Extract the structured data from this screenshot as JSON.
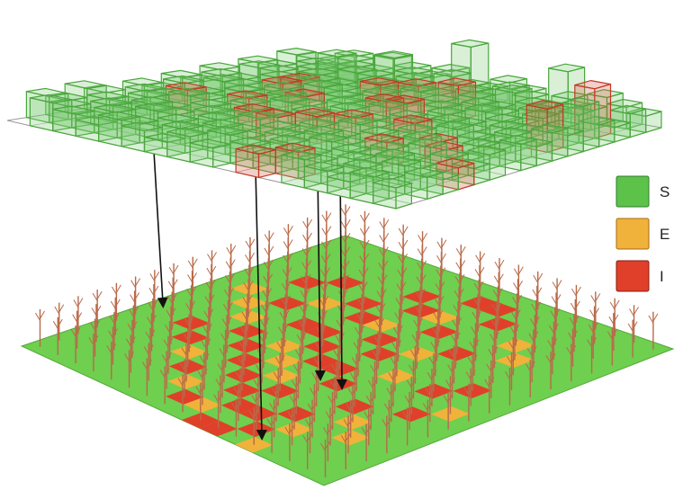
{
  "legend": [
    {
      "key": "S",
      "label": "S",
      "color": "#5cc24a",
      "dark": "#2f7d2a"
    },
    {
      "key": "E",
      "label": "E",
      "color": "#f0b23a",
      "dark": "#a86a12"
    },
    {
      "key": "I",
      "label": "I",
      "color": "#e0402a",
      "dark": "#8a1a10"
    }
  ],
  "grid": {
    "rows": 17,
    "cols": 17
  },
  "colors": {
    "ground": "#6fcf4f",
    "tree": "#b86a4a",
    "arrow": "#111111",
    "bar_fill_S": "rgba(120,200,110,0.28)",
    "bar_stroke_S": "#4aa63c",
    "bar_fill_I": "rgba(220,80,60,0.28)",
    "bar_stroke_I": "#c23a26",
    "top_grid": "#9a9a9a"
  },
  "cells": [
    {
      "r": 1,
      "c": 8,
      "s": "I"
    },
    {
      "r": 1,
      "c": 9,
      "s": "I"
    },
    {
      "r": 2,
      "c": 6,
      "s": "I"
    },
    {
      "r": 2,
      "c": 10,
      "s": "I"
    },
    {
      "r": 3,
      "c": 3,
      "s": "I"
    },
    {
      "r": 3,
      "c": 7,
      "s": "I"
    },
    {
      "r": 3,
      "c": 8,
      "s": "E"
    },
    {
      "r": 3,
      "c": 12,
      "s": "E"
    },
    {
      "r": 4,
      "c": 2,
      "s": "I"
    },
    {
      "r": 4,
      "c": 5,
      "s": "I"
    },
    {
      "r": 4,
      "c": 9,
      "s": "I"
    },
    {
      "r": 4,
      "c": 13,
      "s": "E"
    },
    {
      "r": 5,
      "c": 4,
      "s": "E"
    },
    {
      "r": 5,
      "c": 6,
      "s": "I"
    },
    {
      "r": 5,
      "c": 7,
      "s": "E"
    },
    {
      "r": 5,
      "c": 11,
      "s": "I"
    },
    {
      "r": 6,
      "c": 1,
      "s": "E"
    },
    {
      "r": 6,
      "c": 3,
      "s": "I"
    },
    {
      "r": 6,
      "c": 8,
      "s": "I"
    },
    {
      "r": 6,
      "c": 10,
      "s": "E"
    },
    {
      "r": 7,
      "c": 2,
      "s": "E"
    },
    {
      "r": 7,
      "c": 5,
      "s": "I"
    },
    {
      "r": 7,
      "c": 6,
      "s": "I"
    },
    {
      "r": 7,
      "c": 9,
      "s": "I"
    },
    {
      "r": 7,
      "c": 14,
      "s": "I"
    },
    {
      "r": 8,
      "c": 3,
      "s": "E"
    },
    {
      "r": 8,
      "c": 7,
      "s": "I"
    },
    {
      "r": 8,
      "c": 11,
      "s": "E"
    },
    {
      "r": 8,
      "c": 13,
      "s": "I"
    },
    {
      "r": 9,
      "c": 4,
      "s": "I"
    },
    {
      "r": 9,
      "c": 6,
      "s": "E"
    },
    {
      "r": 9,
      "c": 8,
      "s": "I"
    },
    {
      "r": 9,
      "c": 9,
      "s": "I"
    },
    {
      "r": 9,
      "c": 15,
      "s": "E"
    },
    {
      "r": 10,
      "c": 2,
      "s": "I"
    },
    {
      "r": 10,
      "c": 5,
      "s": "I"
    },
    {
      "r": 10,
      "c": 7,
      "s": "E"
    },
    {
      "r": 10,
      "c": 10,
      "s": "I"
    },
    {
      "r": 10,
      "c": 14,
      "s": "I"
    },
    {
      "r": 11,
      "c": 3,
      "s": "I"
    },
    {
      "r": 11,
      "c": 6,
      "s": "I"
    },
    {
      "r": 11,
      "c": 8,
      "s": "E"
    },
    {
      "r": 11,
      "c": 12,
      "s": "I"
    },
    {
      "r": 12,
      "c": 4,
      "s": "E"
    },
    {
      "r": 12,
      "c": 7,
      "s": "I"
    },
    {
      "r": 12,
      "c": 9,
      "s": "I"
    },
    {
      "r": 12,
      "c": 13,
      "s": "E"
    },
    {
      "r": 13,
      "c": 5,
      "s": "I"
    },
    {
      "r": 13,
      "c": 8,
      "s": "I"
    },
    {
      "r": 13,
      "c": 11,
      "s": "I"
    },
    {
      "r": 13,
      "c": 14,
      "s": "E"
    },
    {
      "r": 14,
      "c": 6,
      "s": "E"
    },
    {
      "r": 14,
      "c": 9,
      "s": "I"
    },
    {
      "r": 14,
      "c": 10,
      "s": "I"
    },
    {
      "r": 14,
      "c": 12,
      "s": "E"
    },
    {
      "r": 15,
      "c": 7,
      "s": "I"
    },
    {
      "r": 15,
      "c": 8,
      "s": "E"
    },
    {
      "r": 15,
      "c": 11,
      "s": "I"
    },
    {
      "r": 16,
      "c": 9,
      "s": "I"
    },
    {
      "r": 16,
      "c": 10,
      "s": "I"
    },
    {
      "r": 16,
      "c": 12,
      "s": "E"
    }
  ],
  "towers": [
    {
      "r": 0,
      "c": 7,
      "h": 60,
      "s": "S"
    },
    {
      "r": 0,
      "c": 12,
      "h": 52,
      "s": "S"
    },
    {
      "r": 1,
      "c": 13,
      "h": 30,
      "s": "S"
    },
    {
      "r": 2,
      "c": 15,
      "h": 55,
      "s": "I"
    },
    {
      "r": 3,
      "c": 3,
      "h": 45,
      "s": "S"
    },
    {
      "r": 4,
      "c": 16,
      "h": 50,
      "s": "S"
    },
    {
      "r": 5,
      "c": 15,
      "h": 48,
      "s": "I"
    },
    {
      "r": 1,
      "c": 4,
      "h": 40,
      "s": "S"
    },
    {
      "r": 3,
      "c": 9,
      "h": 38,
      "s": "I"
    },
    {
      "r": 6,
      "c": 9,
      "h": 32,
      "s": "I"
    },
    {
      "r": 8,
      "c": 11,
      "h": 28,
      "s": "I"
    },
    {
      "r": 4,
      "c": 6,
      "h": 30,
      "s": "I"
    },
    {
      "r": 2,
      "c": 11,
      "h": 34,
      "s": "S"
    },
    {
      "r": 5,
      "c": 3,
      "h": 26,
      "s": "I"
    },
    {
      "r": 10,
      "c": 8,
      "h": 30,
      "s": "I"
    },
    {
      "r": 9,
      "c": 13,
      "h": 22,
      "s": "I"
    },
    {
      "r": 12,
      "c": 16,
      "h": 24,
      "s": "I"
    },
    {
      "r": 7,
      "c": 5,
      "h": 25,
      "s": "I"
    },
    {
      "r": 11,
      "c": 7,
      "h": 28,
      "s": "I"
    },
    {
      "r": 2,
      "c": 2,
      "h": 28,
      "s": "S"
    }
  ],
  "arrows": [
    {
      "from": [
        171,
        168
      ],
      "to": [
        181,
        337
      ]
    },
    {
      "from": [
        284,
        188
      ],
      "to": [
        291,
        484
      ]
    },
    {
      "from": [
        353,
        188
      ],
      "to": [
        356,
        418
      ]
    },
    {
      "from": [
        378,
        185
      ],
      "to": [
        380,
        428
      ]
    }
  ]
}
